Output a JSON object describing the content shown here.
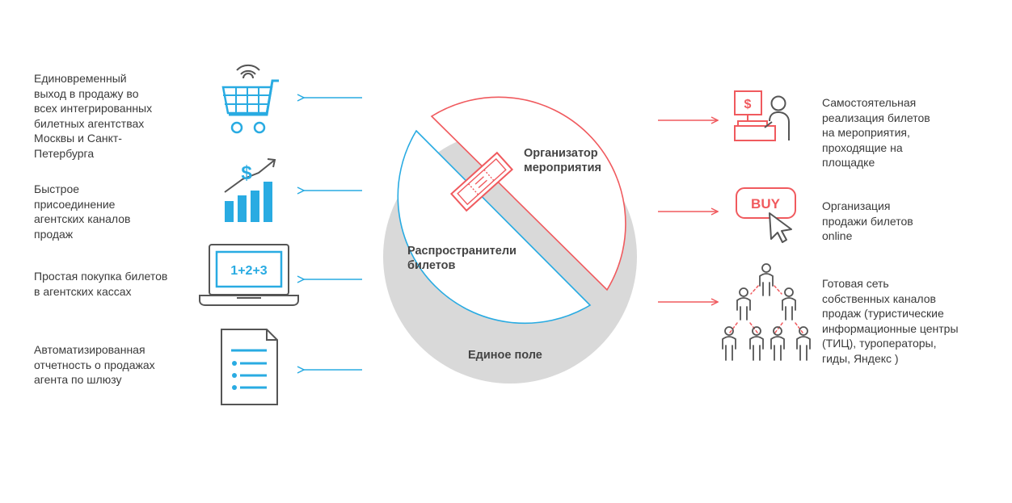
{
  "colors": {
    "blue": "#29abe2",
    "red": "#f05a5e",
    "gray": "#d9d9d9",
    "dark": "#555555",
    "text": "#3a3a3a"
  },
  "left_items": [
    {
      "text": "Единовременный\nвыход в продажу во\nвсех интегрированных\nбилетных агентствах\nМосквы и Санкт-\nПетербурга",
      "icon": "shopping-cart-wifi-icon"
    },
    {
      "text": "Быстрое\nприсоединение\nагентских каналов\nпродаж",
      "icon": "growth-chart-dollar-icon"
    },
    {
      "text": "Простая покупка билетов\nв агентских кассах",
      "icon": "laptop-icon"
    },
    {
      "text": "Автоматизированная\nотчетность о продажах\nагента по шлюзу",
      "icon": "report-document-icon"
    }
  ],
  "right_items": [
    {
      "text": "Самостоятельная\nреализация билетов\nна мероприятия,\nпроходящие на\nплощадке",
      "icon": "cashier-icon"
    },
    {
      "text": "Организация\nпродажи билетов\nonline",
      "icon": "buy-button-icon"
    },
    {
      "text": "Готовая сеть\nсобственных каналов\nпродаж (туристические\nинформационные центры\n(ТИЦ), туроператоры,\nгиды, Яндекс )",
      "icon": "network-people-icon"
    }
  ],
  "center": {
    "organizer_label": "Организатор\nмероприятия",
    "distributors_label": "Распространители\nбилетов",
    "field_label": "Единое поле",
    "ticket_icon": "ticket-icon"
  },
  "icons": {
    "laptop_text": "1+2+3",
    "buy_text": "BUY",
    "register_text": "$",
    "dollar_text": "$"
  }
}
